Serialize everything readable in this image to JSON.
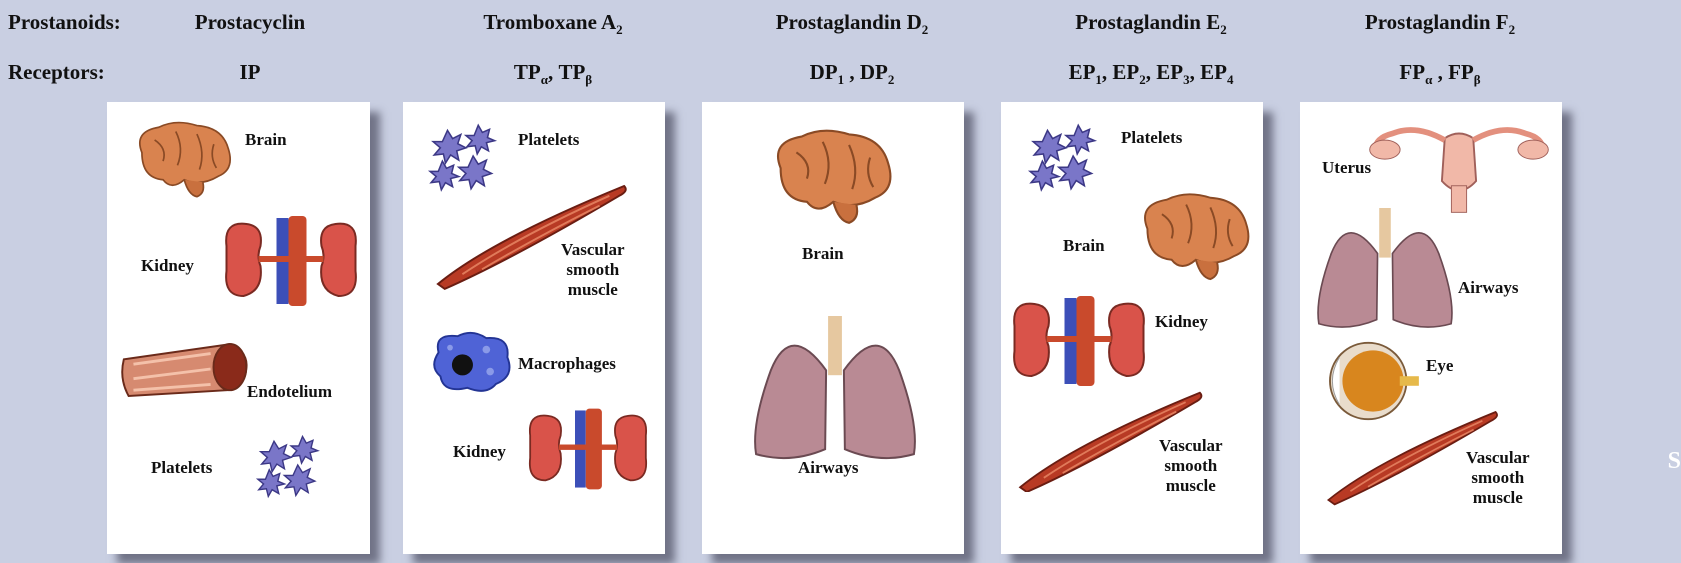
{
  "row_labels": {
    "prostanoids": "Prostanoids:",
    "receptors": "Receptors:"
  },
  "columns": [
    {
      "title": "Prostacyclin",
      "title_sub": "",
      "receptors": "IP",
      "organs": [
        "Brain",
        "Kidney",
        "Endotelium",
        "Platelets"
      ]
    },
    {
      "title": "Tromboxane A",
      "title_sub": "2",
      "receptors": [
        [
          "TP",
          "α"
        ],
        [
          "TP",
          "β"
        ]
      ],
      "organs": [
        "Platelets",
        "Vascular smooth muscle",
        "Macrophages",
        "Kidney"
      ]
    },
    {
      "title": "Prostaglandin D",
      "title_sub": "2",
      "receptors": [
        [
          "DP",
          "1"
        ],
        [
          "DP",
          "2"
        ]
      ],
      "organs": [
        "Brain",
        "Airways"
      ]
    },
    {
      "title": "Prostaglandin E",
      "title_sub": "2",
      "receptors": [
        [
          "EP",
          "1"
        ],
        [
          "EP",
          "2"
        ],
        [
          "EP",
          "3"
        ],
        [
          "EP",
          "4"
        ]
      ],
      "organs": [
        "Platelets",
        "Brain",
        "Kidney",
        "Vascular smooth muscle"
      ]
    },
    {
      "title": "Prostaglandin F",
      "title_sub": "2",
      "receptors": [
        [
          "FP",
          "α"
        ],
        [
          "FP",
          "β"
        ]
      ],
      "organs": [
        "Uterus",
        "Airways",
        "Eye",
        "Vascular smooth muscle"
      ]
    }
  ],
  "organ_lines": {
    "vsm": [
      "Vascular",
      "smooth",
      "muscle"
    ]
  },
  "edge_text": "S",
  "colors": {
    "background": "#c9cfe2",
    "brain": "#d9834f",
    "kidney": "#d9534a",
    "vessel": "#c94a2c",
    "lung": "#b98a94",
    "platelet": "#7a76c8",
    "macrophage": "#4f63d6"
  }
}
